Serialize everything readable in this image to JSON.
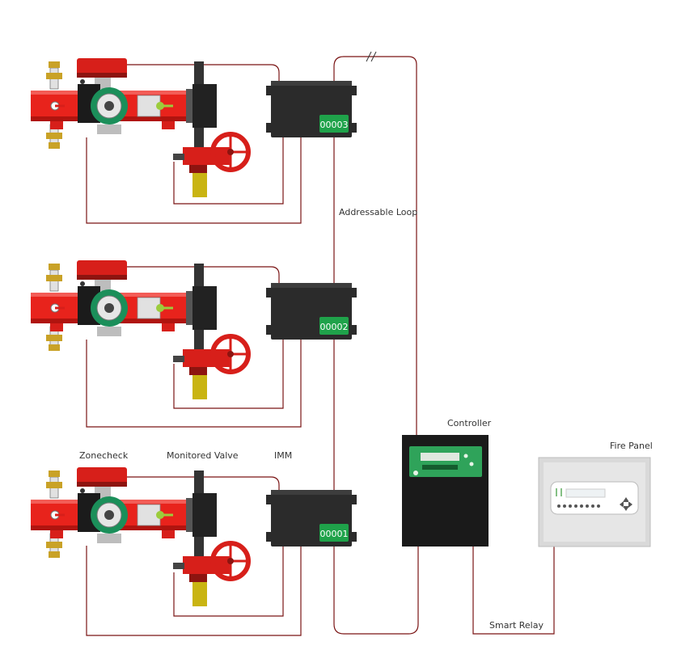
{
  "labels": {
    "zonecheck": "Zonecheck",
    "monitored_valve": "Monitored Valve",
    "imm": "IMM",
    "addressable_loop": "Addressable Loop",
    "controller": "Controller",
    "fire_panel": "Fire Panel",
    "smart_relay": "Smart Relay"
  },
  "modules": [
    {
      "address": "00003"
    },
    {
      "address": "00002"
    },
    {
      "address": "00001"
    }
  ],
  "colors": {
    "pipe": "#e8231c",
    "pipe_dark": "#b0140f",
    "cable": "#7a1414",
    "module_body": "#2b2b2b",
    "address_badge": "#1fa24a",
    "pump": "#1b8f5a",
    "brass": "#c9a227",
    "panel_grey": "#d9d9d9"
  }
}
